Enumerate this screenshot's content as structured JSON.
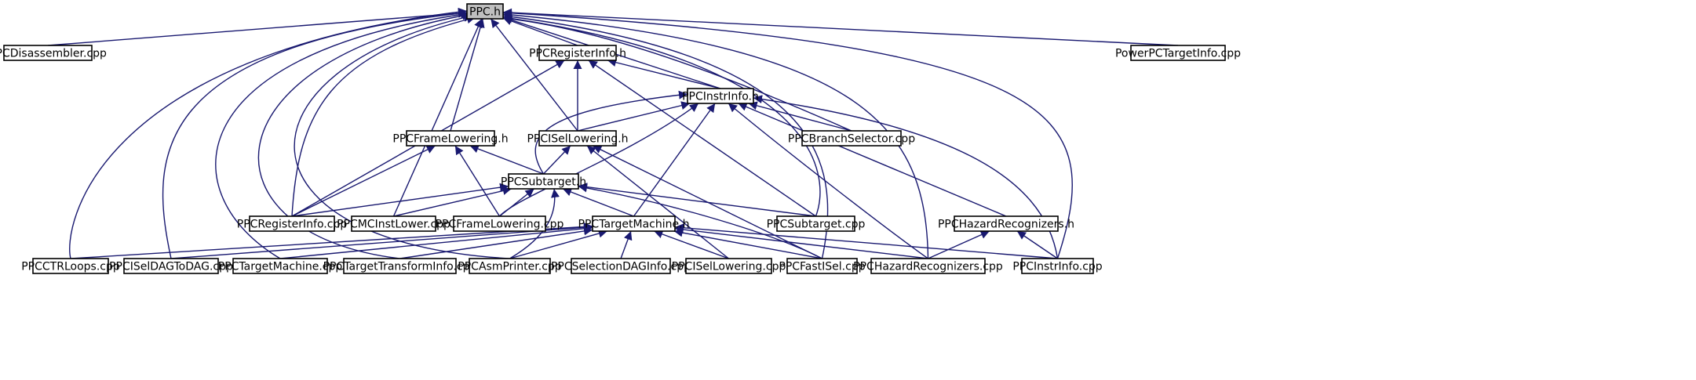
{
  "diagram": {
    "type": "include-dependency-graph",
    "edge_color": "#191970",
    "root_fill": "#bfbfbf",
    "nodes": [
      {
        "id": "ppc_h",
        "label": "PPC.h"
      },
      {
        "id": "ppcdisassembler_cpp",
        "label": "PPCDisassembler.cpp"
      },
      {
        "id": "ppcregisterinfo_h",
        "label": "PPCRegisterInfo.h"
      },
      {
        "id": "powerpctargetinfo_cpp",
        "label": "PowerPCTargetInfo.cpp"
      },
      {
        "id": "ppcinstrinfo_h",
        "label": "PPCInstrInfo.h"
      },
      {
        "id": "ppcframelowering_h",
        "label": "PPCFrameLowering.h"
      },
      {
        "id": "ppcisellowering_h",
        "label": "PPCISelLowering.h"
      },
      {
        "id": "ppcbranchselector_cpp",
        "label": "PPCBranchSelector.cpp"
      },
      {
        "id": "ppcsubtarget_h",
        "label": "PPCSubtarget.h"
      },
      {
        "id": "ppcregisterinfo_cpp",
        "label": "PPCRegisterInfo.cpp"
      },
      {
        "id": "ppcmcinstlower_cpp",
        "label": "PPCMCInstLower.cpp"
      },
      {
        "id": "ppcframelowering_cpp",
        "label": "PPCFrameLowering.cpp"
      },
      {
        "id": "ppctargetmachine_h",
        "label": "PPCTargetMachine.h"
      },
      {
        "id": "ppcsubtarget_cpp",
        "label": "PPCSubtarget.cpp"
      },
      {
        "id": "ppchazardrecognizers_h",
        "label": "PPCHazardRecognizers.h"
      },
      {
        "id": "ppcctrloops_cpp",
        "label": "PPCCTRLoops.cpp"
      },
      {
        "id": "ppcisedagtodag_cpp",
        "label": "PPCISelDAGToDAG.cpp"
      },
      {
        "id": "ppctargetmachine_cpp",
        "label": "PPCTargetMachine.cpp"
      },
      {
        "id": "ppctargettransforminfo_cpp",
        "label": "PPCTargetTransformInfo.cpp"
      },
      {
        "id": "ppcasmprinter_cpp",
        "label": "PPCAsmPrinter.cpp"
      },
      {
        "id": "ppcselectiondaginfo_cpp",
        "label": "PPCSelectionDAGInfo.cpp"
      },
      {
        "id": "ppcisellowering_cpp",
        "label": "PPCISelLowering.cpp"
      },
      {
        "id": "ppcfastisel_cpp",
        "label": "PPCFastISel.cpp"
      },
      {
        "id": "ppchazardrecognizers_cpp",
        "label": "PPCHazardRecognizers.cpp"
      },
      {
        "id": "ppcinstrinfo_cpp",
        "label": "PPCInstrInfo.cpp"
      }
    ],
    "edges": [
      [
        "ppcdisassembler_cpp",
        "ppc_h"
      ],
      [
        "ppcregisterinfo_h",
        "ppc_h"
      ],
      [
        "powerpctargetinfo_cpp",
        "ppc_h"
      ],
      [
        "ppcinstrinfo_h",
        "ppc_h"
      ],
      [
        "ppcframelowering_h",
        "ppc_h"
      ],
      [
        "ppcisellowering_h",
        "ppc_h"
      ],
      [
        "ppcbranchselector_cpp",
        "ppc_h"
      ],
      [
        "ppcregisterinfo_cpp",
        "ppc_h"
      ],
      [
        "ppcmcinstlower_cpp",
        "ppc_h"
      ],
      [
        "ppcsubtarget_cpp",
        "ppc_h"
      ],
      [
        "ppcctrloops_cpp",
        "ppc_h"
      ],
      [
        "ppcisedagtodag_cpp",
        "ppc_h"
      ],
      [
        "ppctargetmachine_cpp",
        "ppc_h"
      ],
      [
        "ppctargettransforminfo_cpp",
        "ppc_h"
      ],
      [
        "ppcasmprinter_cpp",
        "ppc_h"
      ],
      [
        "ppcfastisel_cpp",
        "ppc_h"
      ],
      [
        "ppchazardrecognizers_cpp",
        "ppc_h"
      ],
      [
        "ppcinstrinfo_cpp",
        "ppc_h"
      ],
      [
        "ppcinstrinfo_h",
        "ppcregisterinfo_h"
      ],
      [
        "ppcisellowering_h",
        "ppcregisterinfo_h"
      ],
      [
        "ppcregisterinfo_cpp",
        "ppcregisterinfo_h"
      ],
      [
        "ppcsubtarget_cpp",
        "ppcregisterinfo_h"
      ],
      [
        "ppcisellowering_h",
        "ppcinstrinfo_h"
      ],
      [
        "ppcbranchselector_cpp",
        "ppcinstrinfo_h"
      ],
      [
        "ppcsubtarget_h",
        "ppcinstrinfo_h"
      ],
      [
        "ppcframelowering_cpp",
        "ppcinstrinfo_h"
      ],
      [
        "ppctargetmachine_h",
        "ppcinstrinfo_h"
      ],
      [
        "ppchazardrecognizers_h",
        "ppcinstrinfo_h"
      ],
      [
        "ppchazardrecognizers_cpp",
        "ppcinstrinfo_h"
      ],
      [
        "ppcinstrinfo_cpp",
        "ppcinstrinfo_h"
      ],
      [
        "ppcsubtarget_h",
        "ppcframelowering_h"
      ],
      [
        "ppcregisterinfo_cpp",
        "ppcframelowering_h"
      ],
      [
        "ppcframelowering_cpp",
        "ppcframelowering_h"
      ],
      [
        "ppcsubtarget_h",
        "ppcisellowering_h"
      ],
      [
        "ppcisellowering_cpp",
        "ppcisellowering_h"
      ],
      [
        "ppcfastisel_cpp",
        "ppcisellowering_h"
      ],
      [
        "ppcregisterinfo_cpp",
        "ppcsubtarget_h"
      ],
      [
        "ppcmcinstlower_cpp",
        "ppcsubtarget_h"
      ],
      [
        "ppcframelowering_cpp",
        "ppcsubtarget_h"
      ],
      [
        "ppctargetmachine_h",
        "ppcsubtarget_h"
      ],
      [
        "ppcsubtarget_cpp",
        "ppcsubtarget_h"
      ],
      [
        "ppcasmprinter_cpp",
        "ppcsubtarget_h"
      ],
      [
        "ppcfastisel_cpp",
        "ppcsubtarget_h"
      ],
      [
        "ppcctrloops_cpp",
        "ppctargetmachine_h"
      ],
      [
        "ppcisedagtodag_cpp",
        "ppctargetmachine_h"
      ],
      [
        "ppctargetmachine_cpp",
        "ppctargetmachine_h"
      ],
      [
        "ppctargettransforminfo_cpp",
        "ppctargetmachine_h"
      ],
      [
        "ppcasmprinter_cpp",
        "ppctargetmachine_h"
      ],
      [
        "ppcselectiondaginfo_cpp",
        "ppctargetmachine_h"
      ],
      [
        "ppcisellowering_cpp",
        "ppctargetmachine_h"
      ],
      [
        "ppcfastisel_cpp",
        "ppctargetmachine_h"
      ],
      [
        "ppchazardrecognizers_cpp",
        "ppctargetmachine_h"
      ],
      [
        "ppcinstrinfo_cpp",
        "ppctargetmachine_h"
      ],
      [
        "ppchazardrecognizers_cpp",
        "ppchazardrecognizers_h"
      ],
      [
        "ppcinstrinfo_cpp",
        "ppchazardrecognizers_h"
      ]
    ]
  }
}
